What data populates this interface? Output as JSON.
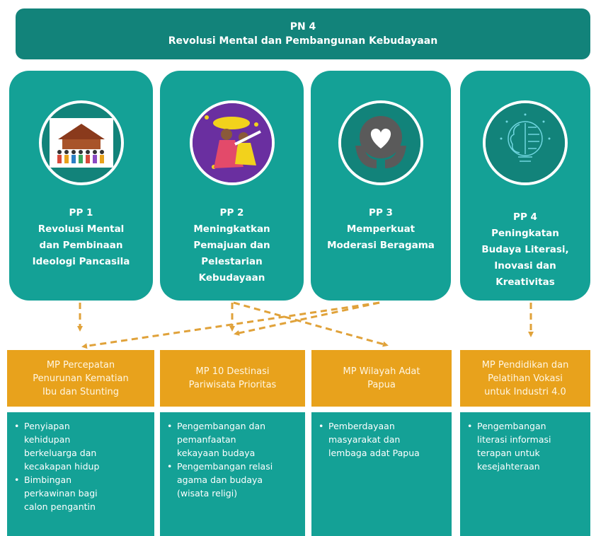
{
  "header": {
    "code": "PN 4",
    "title": "Revolusi Mental dan Pembangunan Kebudayaan"
  },
  "priorities": [
    {
      "code": "PP 1",
      "lines": [
        "Revolusi Mental",
        "dan Pembinaan",
        "Ideologi Pancasila"
      ],
      "icon": "traditional-house-people-icon"
    },
    {
      "code": "PP 2",
      "lines": [
        "Meningkatkan",
        "Pemajuan dan",
        "Pelestarian",
        "Kebudayaan"
      ],
      "icon": "dancers-icon"
    },
    {
      "code": "PP 3",
      "lines": [
        "Memperkuat",
        "Moderasi Beragama"
      ],
      "icon": "hands-heart-icon"
    },
    {
      "code": "PP 4",
      "lines": [
        "Peningkatan",
        "Budaya Literasi,",
        "Inovasi dan",
        "Kreativitas"
      ],
      "icon": "brain-lightbulb-icon"
    }
  ],
  "major_projects": [
    {
      "lines": [
        "MP Percepatan",
        "Penurunan Kematian",
        "Ibu dan Stunting"
      ]
    },
    {
      "lines": [
        "MP 10 Destinasi",
        "Pariwisata Prioritas"
      ]
    },
    {
      "lines": [
        "MP Wilayah Adat",
        "Papua"
      ]
    },
    {
      "lines": [
        "MP Pendidikan dan",
        "Pelatihan Vokasi",
        "untuk Industri 4.0"
      ]
    }
  ],
  "details": [
    {
      "bullets": [
        [
          "Penyiapan",
          "kehidupan",
          "berkeluarga dan",
          "kecakapan hidup"
        ],
        [
          "Bimbingan",
          "perkawinan bagi",
          "calon pengantin"
        ]
      ]
    },
    {
      "bullets": [
        [
          "Pengembangan dan",
          "pemanfaatan",
          "kekayaan budaya"
        ],
        [
          "Pengembangan relasi",
          "agama dan budaya",
          "(wisata religi)"
        ]
      ]
    },
    {
      "bullets": [
        [
          "Pemberdayaan",
          "masyarakat dan",
          "lembaga adat Papua"
        ]
      ]
    },
    {
      "bullets": [
        [
          "Pengembangan",
          "literasi informasi",
          "terapan untuk",
          "kesejahteraan"
        ]
      ]
    }
  ],
  "colors": {
    "header": "#12837a",
    "card": "#14a196",
    "mp": "#e8a21c",
    "arrow": "#e0a23a"
  }
}
